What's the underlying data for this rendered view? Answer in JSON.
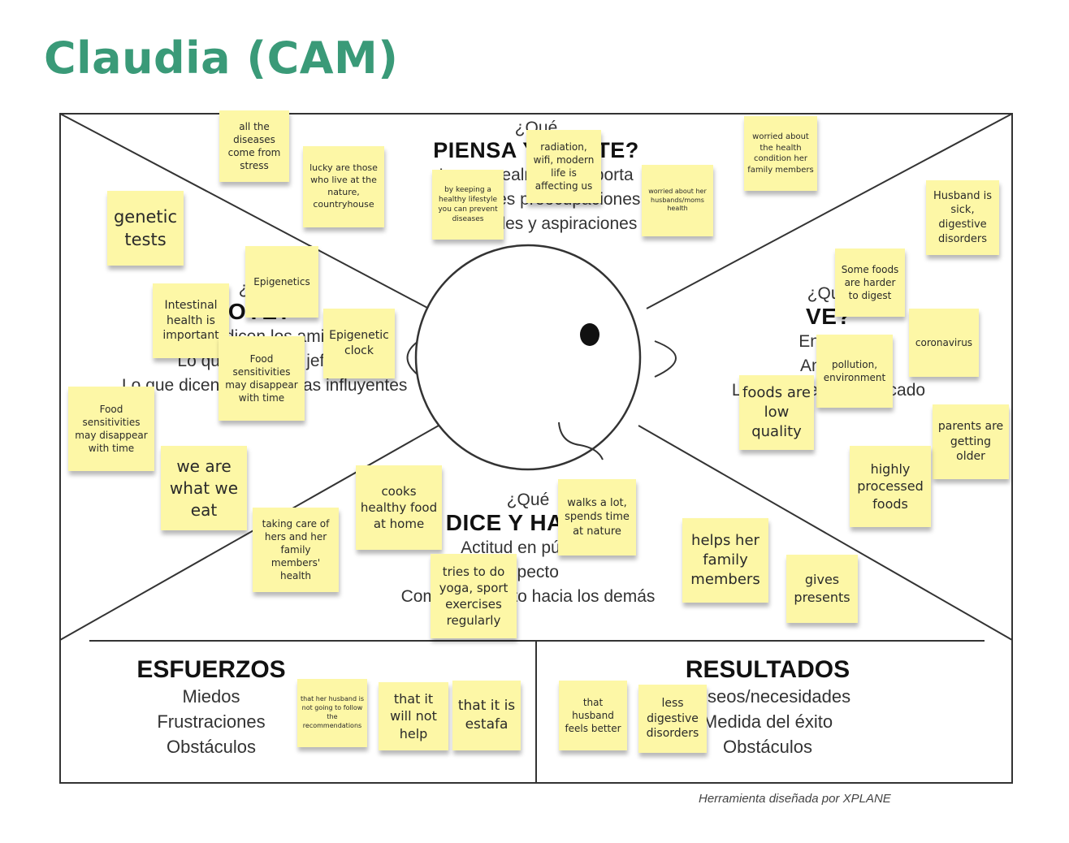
{
  "title": "Claudia (CAM)",
  "credit": "Herramienta diseñada por XPLANE",
  "sections": {
    "piensa": {
      "pre": "¿Qué",
      "title": "PIENSA Y SIENTE?",
      "lines": [
        "Lo que realmente importa",
        "Principales preocupaciones",
        "Inquietudes y aspiraciones"
      ]
    },
    "oye": {
      "pre": "¿Qué",
      "title": "OYE?",
      "lines": [
        "Lo que dicen los amigos",
        "Lo que dicen los jefes",
        "Lo que dicen las personas influyentes"
      ]
    },
    "ve": {
      "pre": "¿Qué",
      "title": "VE?",
      "lines": [
        "Entorno",
        "Amigos",
        "Lo que ofrece el mercado"
      ]
    },
    "dice": {
      "pre": "¿Qué",
      "title": "DICE Y HACE?",
      "lines": [
        "Actitud en público",
        "Aspecto",
        "Comportamiento hacia los demás"
      ]
    },
    "esfuerzos": {
      "title": "ESFUERZOS",
      "lines": [
        "Miedos",
        "Frustraciones",
        "Obstáculos"
      ]
    },
    "resultados": {
      "title": "RESULTADOS",
      "lines": [
        "Deseos/necesidades",
        "Medida del éxito",
        "Obstáculos"
      ]
    }
  },
  "notes": [
    {
      "text": "all the diseases come from stress",
      "color": "#fdf7a6"
    },
    {
      "text": "lucky are those who live at the nature, countryhouse",
      "color": "#fdf7a6"
    },
    {
      "text": "radiation, wifi, modern life is affecting us",
      "color": "#fdf7a6"
    },
    {
      "text": "by keeping a healthy lifestyle you can prevent diseases",
      "color": "#fdf7a6"
    },
    {
      "text": "worried about her husbands/moms health",
      "color": "#fdf7a6"
    },
    {
      "text": "worried about the health condition her family members",
      "color": "#fdf7a6"
    },
    {
      "text": "Husband is sick, digestive disorders",
      "color": "#fdf7a6"
    },
    {
      "text": "genetic tests",
      "color": "#fdf7a6"
    },
    {
      "text": "Epigenetics",
      "color": "#fdf7a6"
    },
    {
      "text": "Intestinal health is important",
      "color": "#fdf7a6"
    },
    {
      "text": "Epigenetic clock",
      "color": "#fdf7a6"
    },
    {
      "text": "Food sensitivities may disappear with time",
      "color": "#fdf7a6"
    },
    {
      "text": "Food sensitivities may disappear with time",
      "color": "#fdf7a6"
    },
    {
      "text": "Some foods are harder to digest",
      "color": "#fdf7a6"
    },
    {
      "text": "coronavirus",
      "color": "#fdf7a6"
    },
    {
      "text": "pollution, environment",
      "color": "#fdf7a6"
    },
    {
      "text": "foods are low quality",
      "color": "#fdf7a6"
    },
    {
      "text": "parents are getting older",
      "color": "#fdf7a6"
    },
    {
      "text": "highly processed foods",
      "color": "#fdf7a6"
    },
    {
      "text": "we are what we eat",
      "color": "#fdf7a6"
    },
    {
      "text": "cooks healthy food at home",
      "color": "#fdf7a6"
    },
    {
      "text": "walks a lot, spends time at nature",
      "color": "#fdf7a6"
    },
    {
      "text": "taking care of hers and her family members' health",
      "color": "#fdf7a6"
    },
    {
      "text": "tries to do yoga, sport exercises regularly",
      "color": "#fdf7a6"
    },
    {
      "text": "helps her family members",
      "color": "#fdf7a6"
    },
    {
      "text": "gives presents",
      "color": "#fdf7a6"
    },
    {
      "text": "that her husband is not going to follow the recommendations",
      "color": "#fdf7a6"
    },
    {
      "text": "that it will not help",
      "color": "#fdf7a6"
    },
    {
      "text": "that it is estafa",
      "color": "#fdf7a6"
    },
    {
      "text": "that husband feels better",
      "color": "#fdf7a6"
    },
    {
      "text": "less digestive disorders",
      "color": "#fdf7a6"
    }
  ]
}
